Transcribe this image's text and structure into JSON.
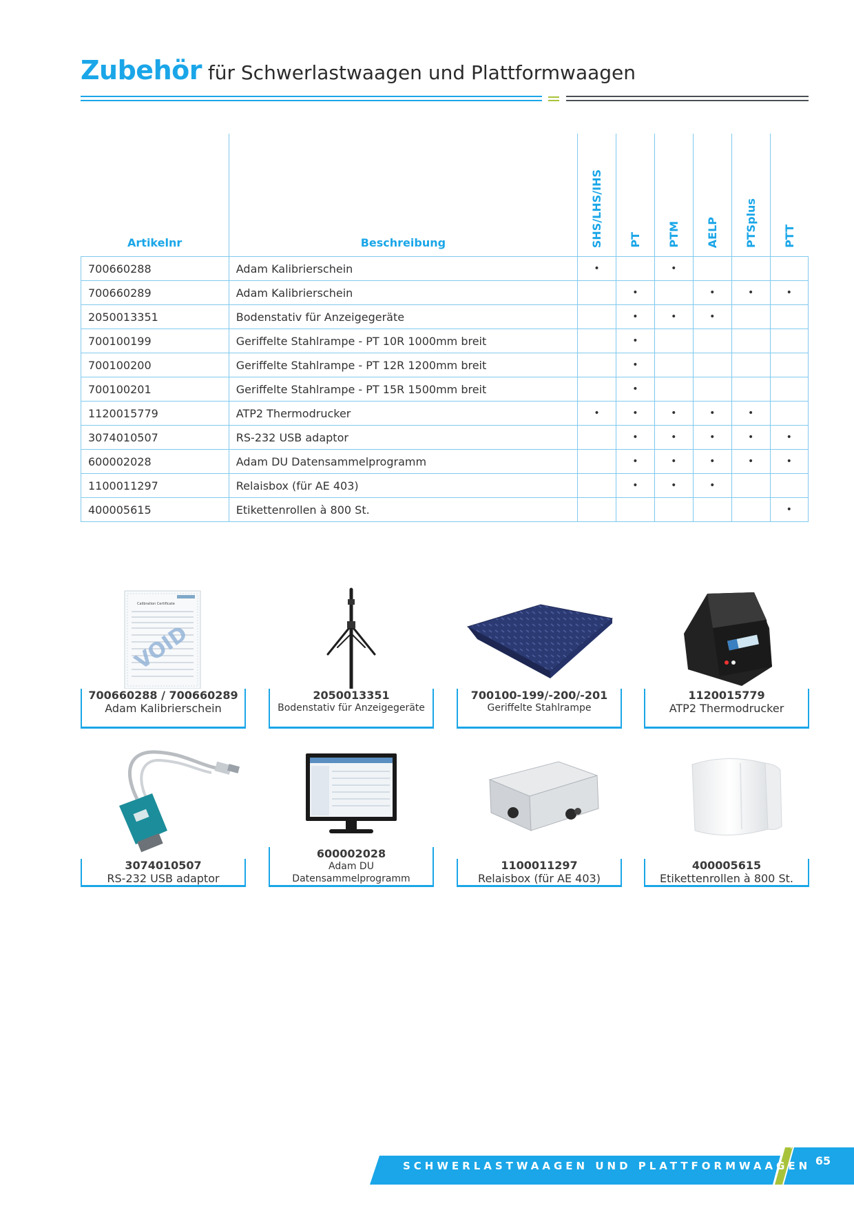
{
  "header": {
    "title_accent": "Zubehör",
    "title_rest": "für Schwerlastwaagen und Plattformwaagen"
  },
  "table": {
    "col_artikel": "Artikelnr",
    "col_beschreibung": "Beschreibung",
    "models": [
      "SHS/LHS/IHS",
      "PT",
      "PTM",
      "AELP",
      "PTSplus",
      "PTT"
    ],
    "rows": [
      {
        "art": "700660288",
        "desc": "Adam Kalibrierschein",
        "marks": [
          "•",
          "",
          "•",
          "",
          "",
          ""
        ]
      },
      {
        "art": "700660289",
        "desc": "Adam Kalibrierschein",
        "marks": [
          "",
          "•",
          "",
          "•",
          "•",
          "•"
        ]
      },
      {
        "art": "2050013351",
        "desc": "Bodenstativ für Anzeigegeräte",
        "marks": [
          "",
          "•",
          "•",
          "•",
          "",
          ""
        ]
      },
      {
        "art": "700100199",
        "desc": "Geriffelte Stahlrampe - PT 10R 1000mm breit",
        "marks": [
          "",
          "•",
          "",
          "",
          "",
          ""
        ]
      },
      {
        "art": "700100200",
        "desc": "Geriffelte Stahlrampe - PT 12R 1200mm breit",
        "marks": [
          "",
          "•",
          "",
          "",
          "",
          ""
        ]
      },
      {
        "art": "700100201",
        "desc": "Geriffelte Stahlrampe - PT 15R 1500mm breit",
        "marks": [
          "",
          "•",
          "",
          "",
          "",
          ""
        ]
      },
      {
        "art": "1120015779",
        "desc": "ATP2 Thermodrucker",
        "marks": [
          "•",
          "•",
          "•",
          "•",
          "•",
          ""
        ]
      },
      {
        "art": "3074010507",
        "desc": "RS-232 USB adaptor",
        "marks": [
          "",
          "•",
          "•",
          "•",
          "•",
          "•"
        ]
      },
      {
        "art": "600002028",
        "desc": "Adam DU Datensammelprogramm",
        "marks": [
          "",
          "•",
          "•",
          "•",
          "•",
          "•"
        ]
      },
      {
        "art": "1100011297",
        "desc": "Relaisbox (für AE 403)",
        "marks": [
          "",
          "•",
          "•",
          "•",
          "",
          ""
        ]
      },
      {
        "art": "400005615",
        "desc": "Etikettenrollen à 800 St.",
        "marks": [
          "",
          "",
          "",
          "",
          "",
          "•"
        ]
      }
    ]
  },
  "products": [
    {
      "code": "700660288 / 700660289",
      "name": "Adam Kalibrierschein"
    },
    {
      "code": "2050013351",
      "name": "Bodenstativ für Anzeigegeräte"
    },
    {
      "code": "700100-199/-200/-201",
      "name": "Geriffelte Stahlrampe"
    },
    {
      "code": "1120015779",
      "name": "ATP2 Thermodrucker"
    },
    {
      "code": "3074010507",
      "name": "RS-232 USB adaptor"
    },
    {
      "code": "600002028",
      "name_line1": "Adam DU",
      "name_line2": "Datensammelprogramm"
    },
    {
      "code": "1100011297",
      "name": "Relaisbox (für AE 403)"
    },
    {
      "code": "400005615",
      "name": "Etikettenrollen à 800 St."
    }
  ],
  "cert_image": {
    "heading": "Calibration Certificate",
    "stamp": "VOID"
  },
  "footer": {
    "section": "SCHWERLASTWAAGEN UND PLATTFORMWAAGEN",
    "page": "65"
  },
  "colors": {
    "accent": "#1aa6e8",
    "green": "#a8c33a",
    "dark": "#4a4f55"
  }
}
